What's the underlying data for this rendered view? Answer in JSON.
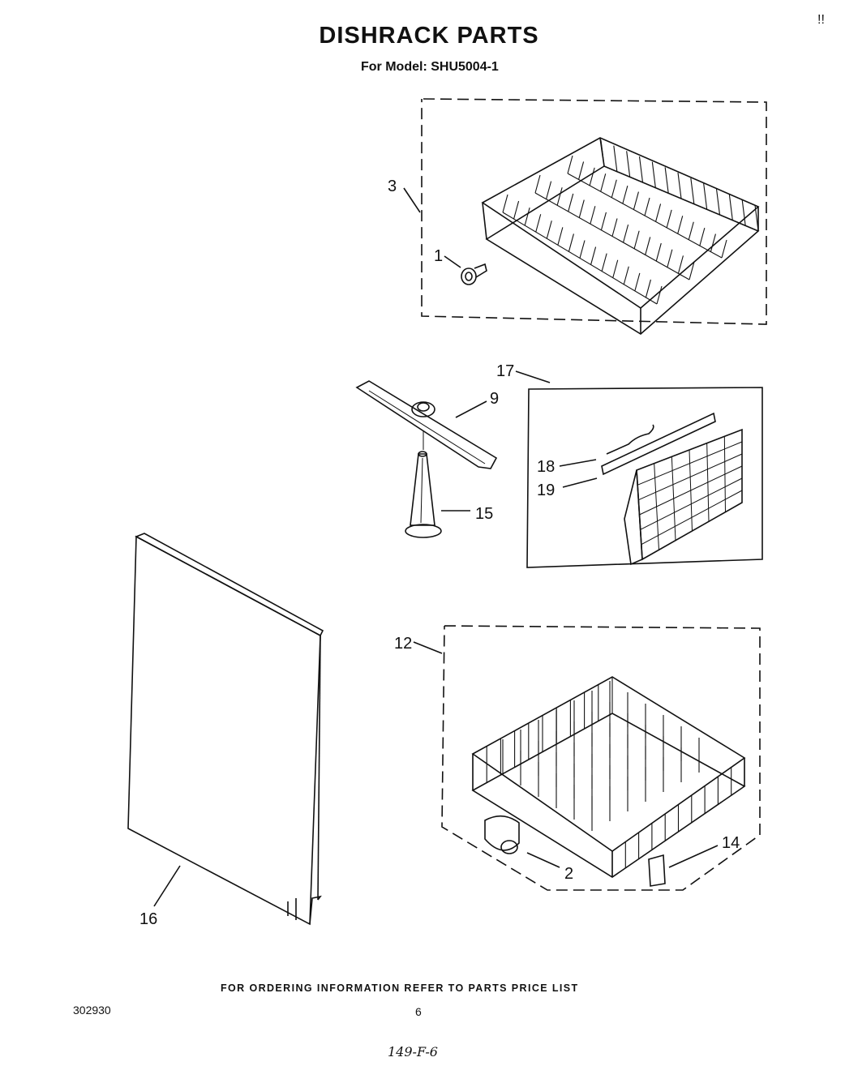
{
  "header": {
    "title": "DISHRACK PARTS",
    "subtitle": "For Model: SHU5004-1",
    "corner_mark": "!!"
  },
  "callouts": {
    "upper_rack": "3",
    "rack_wheel": "1",
    "spray_arm": "9",
    "spray_tower": "15",
    "silverware_group": "17",
    "clip": "18",
    "rod": "19",
    "lower_rack": "12",
    "roller": "2",
    "cap": "14",
    "panel": "16"
  },
  "footer": {
    "ordering_note": "FOR ORDERING INFORMATION REFER TO PARTS PRICE LIST",
    "document_number": "302930",
    "page_number": "6",
    "handwritten_note": "149-F-6"
  }
}
